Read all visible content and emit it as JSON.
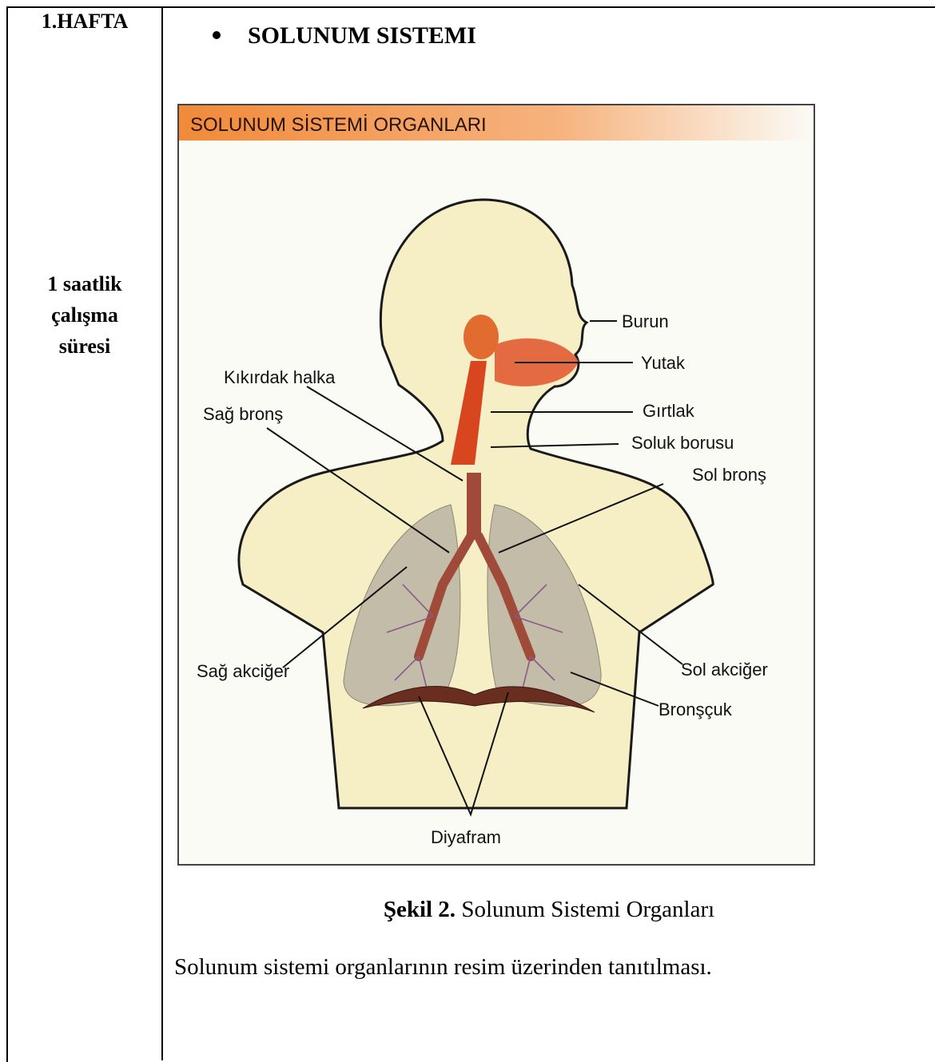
{
  "left_column": {
    "week": "1.HAFTA",
    "duration_lines": [
      "1 saatlik",
      "çalışma",
      "süresi"
    ]
  },
  "heading": "SOLUNUM SISTEMI",
  "figure": {
    "title": "SOLUNUM SİSTEMİ ORGANLARI",
    "labels": {
      "burun": "Burun",
      "yutak": "Yutak",
      "kikirdak_halka": "Kıkırdak halka",
      "gırtlak": "Gırtlak",
      "sag_brons": "Sağ bronş",
      "soluk_borusu": "Soluk borusu",
      "sol_brons": "Sol bronş",
      "sag_akciger": "Sağ akciğer",
      "sol_akciger": "Sol akciğer",
      "bronscuk": "Bronşçuk",
      "diyafram": "Diyafram"
    },
    "colors": {
      "title_band": "#f08a3a",
      "skin": "#f6efc6",
      "lung": "#b9b4a3",
      "airway": "#a04a3a",
      "throat": "#e0522a"
    }
  },
  "caption": {
    "label": "Şekil 2.",
    "text": "Solunum Sistemi Organları"
  },
  "description": "Solunum sistemi organlarının resim üzerinden tanıtılması."
}
